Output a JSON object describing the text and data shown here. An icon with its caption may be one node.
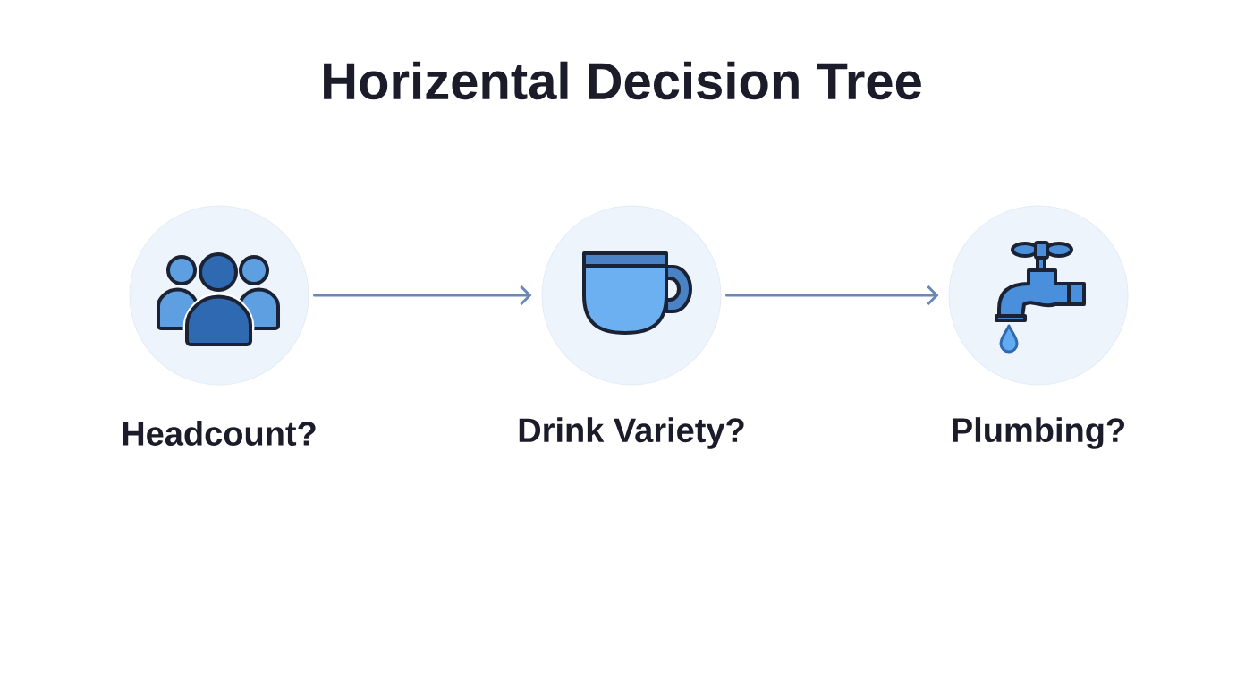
{
  "diagram": {
    "title": "Horizental Decision Tree",
    "nodes": [
      {
        "text": [
          "Headcount?"
        ]
      },
      {
        "text": [
          "Drink Variety?"
        ]
      },
      {
        "text": [
          "Plumbing?"
        ]
      }
    ],
    "edges": [
      {
        "from": 0,
        "to": 1,
        "arrow": "to"
      },
      {
        "from": 1,
        "to": 2,
        "arrow": "to"
      }
    ]
  }
}
